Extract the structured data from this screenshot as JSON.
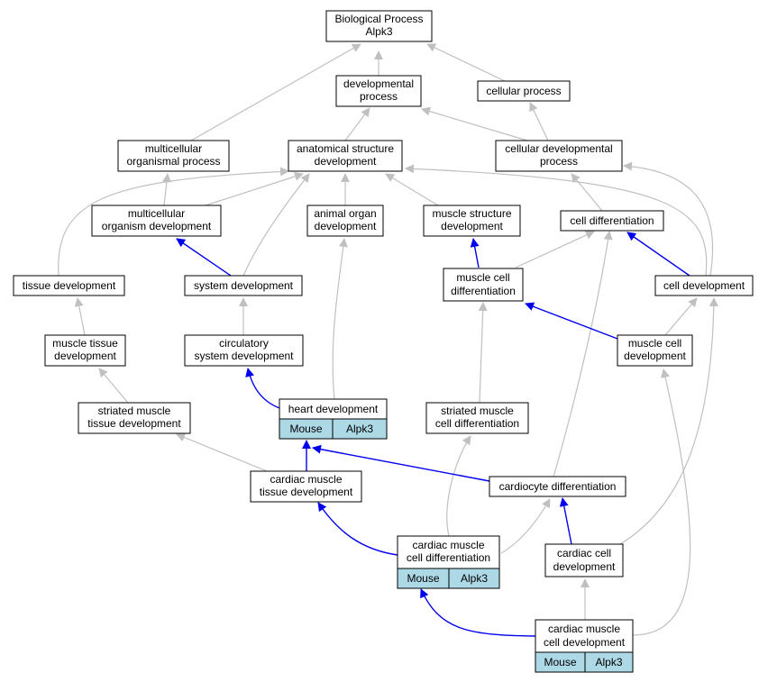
{
  "nodes": {
    "bp": [
      "Biological Process",
      "Alpk3"
    ],
    "dev_proc": [
      "developmental",
      "process"
    ],
    "cell_proc": [
      "cellular process"
    ],
    "multi_org": [
      "multicellular",
      "organismal process"
    ],
    "anat": [
      "anatomical structure",
      "development"
    ],
    "cell_dev_proc": [
      "cellular developmental",
      "process"
    ],
    "multi_dev": [
      "multicellular",
      "organism development"
    ],
    "animal_organ": [
      "animal organ",
      "development"
    ],
    "muscle_struct": [
      "muscle structure",
      "development"
    ],
    "cell_diff": [
      "cell differentiation"
    ],
    "tissue_dev": [
      "tissue development"
    ],
    "system_dev": [
      "system development"
    ],
    "muscle_cell_diff": [
      "muscle cell",
      "differentiation"
    ],
    "cell_development": [
      "cell development"
    ],
    "muscle_tissue": [
      "muscle tissue",
      "development"
    ],
    "circ": [
      "circulatory",
      "system development"
    ],
    "muscle_cell_dev": [
      "muscle cell",
      "development"
    ],
    "striated_tissue": [
      "striated muscle",
      "tissue development"
    ],
    "heart": [
      "heart development"
    ],
    "striated_cell_diff": [
      "striated muscle",
      "cell differentiation"
    ],
    "cardiac_tissue": [
      "cardiac muscle",
      "tissue development"
    ],
    "cardiocyte": [
      "cardiocyte differentiation"
    ],
    "cardiac_cell_diff": [
      "cardiac muscle",
      "cell differentiation"
    ],
    "cardiac_cell_dev": [
      "cardiac cell",
      "development"
    ],
    "cardiac_muscle_cell_dev": [
      "cardiac muscle",
      "cell development"
    ]
  },
  "annotations": {
    "species_label": "Mouse",
    "gene_label": "Alpk3",
    "annotated_nodes": [
      "heart",
      "cardiac_cell_diff",
      "cardiac_muscle_cell_dev"
    ]
  },
  "colors": {
    "is_a_edge": "#c0c0c0",
    "part_of_edge": "#0000ee",
    "annotation_fill": "#add8e6"
  }
}
